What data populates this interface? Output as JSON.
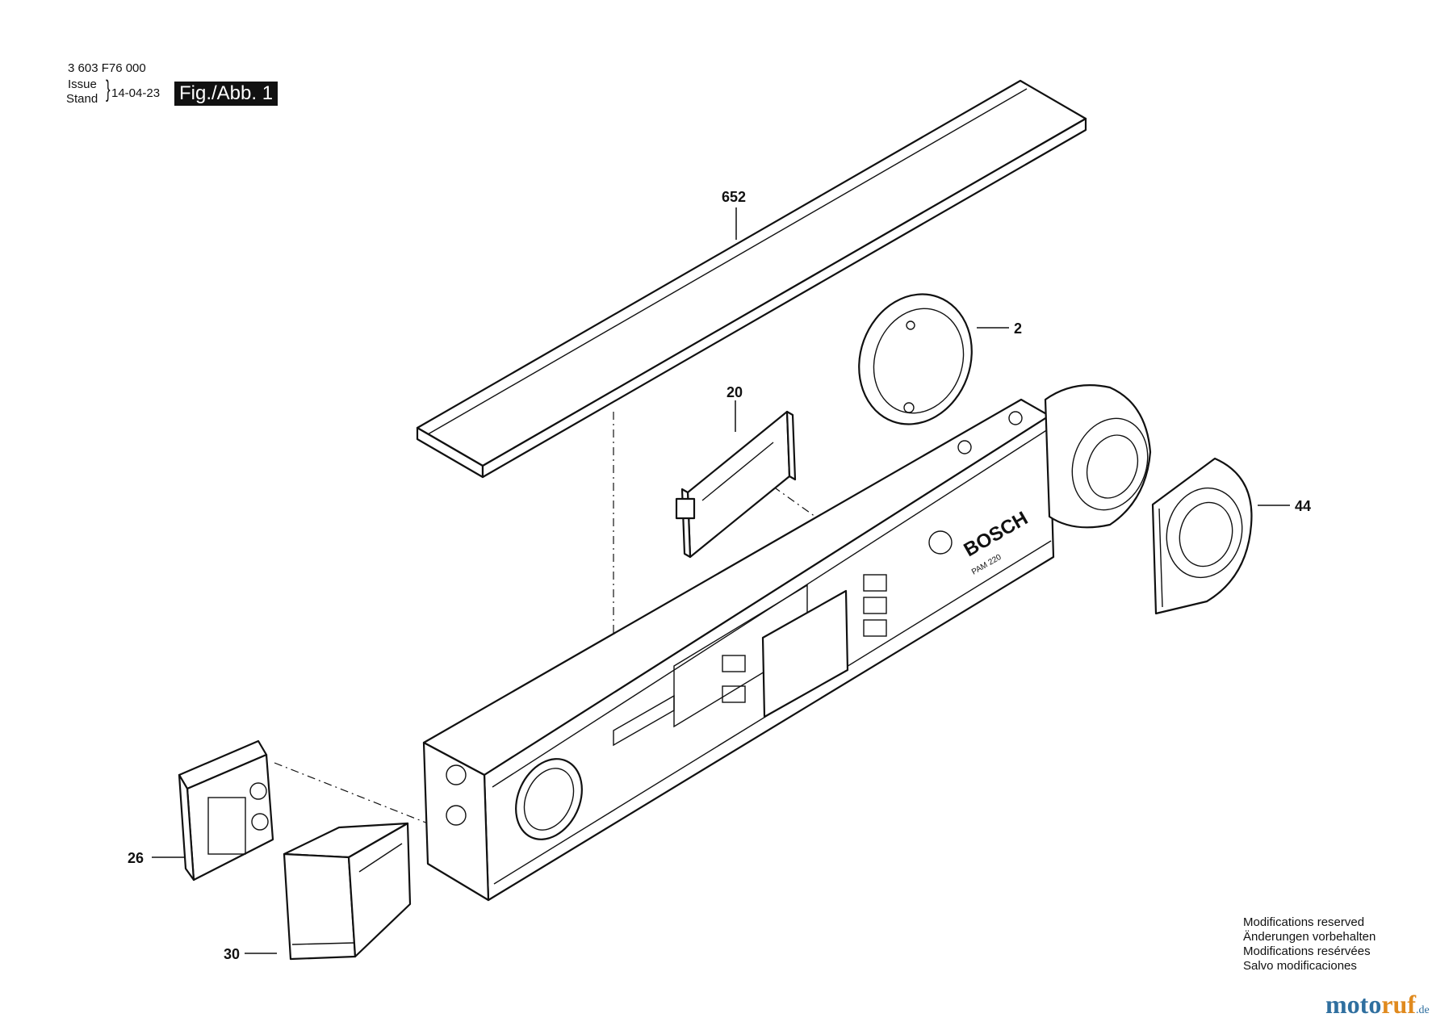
{
  "header": {
    "doc_number": "3 603 F76 000",
    "issue_label": "Issue",
    "stand_label": "Stand",
    "brace": "}",
    "issue_date": "14-04-23",
    "fig_label": "Fig./Abb. 1"
  },
  "callouts": {
    "cover_strip": "652",
    "end_cap_ring": "2",
    "battery_cover": "20",
    "pivot_cap": "44",
    "end_cap_inner": "26",
    "end_cap_outer": "30"
  },
  "product": {
    "brand": "BOSCH",
    "model": "PAM 220"
  },
  "notes": [
    "Modifications reserved",
    "Änderungen vorbehalten",
    "Modifications resérvées",
    "Salvo modificaciones"
  ],
  "watermark": {
    "part1": "moto",
    "part2": "ruf",
    "part3": ".de"
  },
  "colors": {
    "ink": "#111111",
    "watermark_blue": "#2f6f9f",
    "watermark_orange": "#e08a1e"
  }
}
